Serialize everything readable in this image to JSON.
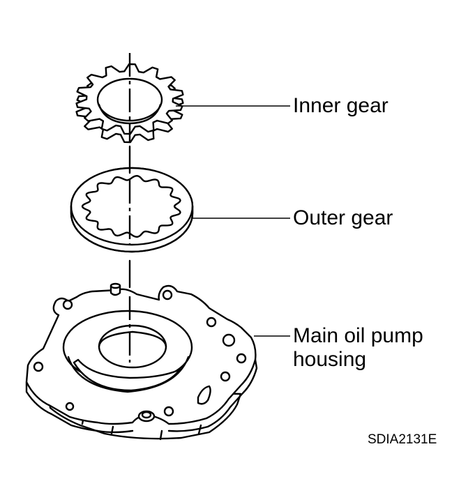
{
  "labels": {
    "inner_gear": "Inner gear",
    "outer_gear": "Outer gear",
    "housing_line1": "Main oil pump",
    "housing_line2": "housing"
  },
  "figure_code": "SDIA2131E",
  "colors": {
    "ink": "#000000",
    "paper": "#ffffff"
  }
}
